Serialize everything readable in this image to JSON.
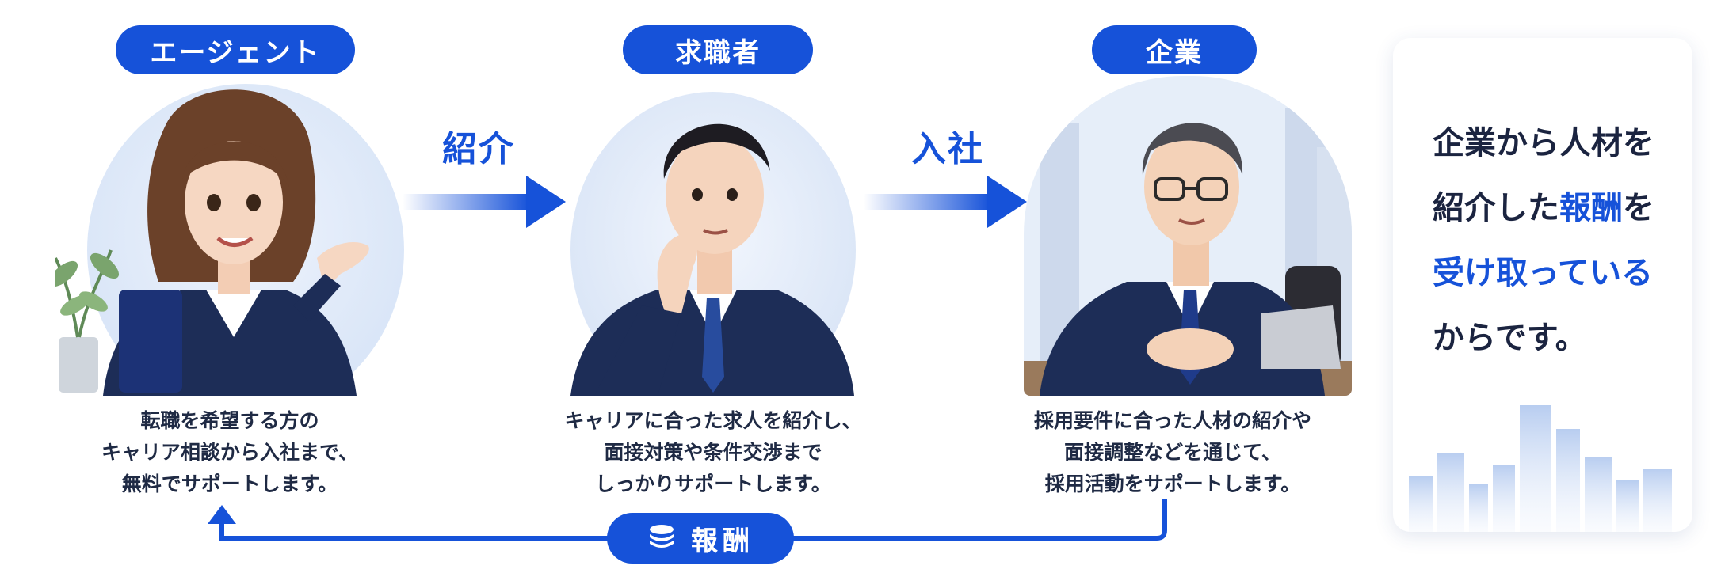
{
  "roles": {
    "agent": "エージェント",
    "seeker": "求職者",
    "company": "企業"
  },
  "flows": {
    "introduce": "紹介",
    "join": "入社",
    "reward": "報酬"
  },
  "captions": {
    "agent": [
      "転職を希望する方の",
      "キャリア相談から入社まで、",
      "無料でサポートします。"
    ],
    "seeker": [
      "キャリアに合った求人を紹介し、",
      "面接対策や条件交渉まで",
      "しっかりサポートします。"
    ],
    "company": [
      "採用要件に合った人材の紹介や",
      "面接調整などを通じて、",
      "採用活動をサポートします。"
    ]
  },
  "side_card": {
    "line1": "企業から人材を",
    "line2_prefix": "紹介した",
    "line2_highlight": "報酬",
    "line2_suffix": "を",
    "line3": "受け取っている",
    "line4": "からです。"
  },
  "colors": {
    "accent": "#1652d9",
    "text": "#1f2a44",
    "suit": "#1d2d57"
  },
  "icons": {
    "reward": "coin-stack-icon"
  }
}
